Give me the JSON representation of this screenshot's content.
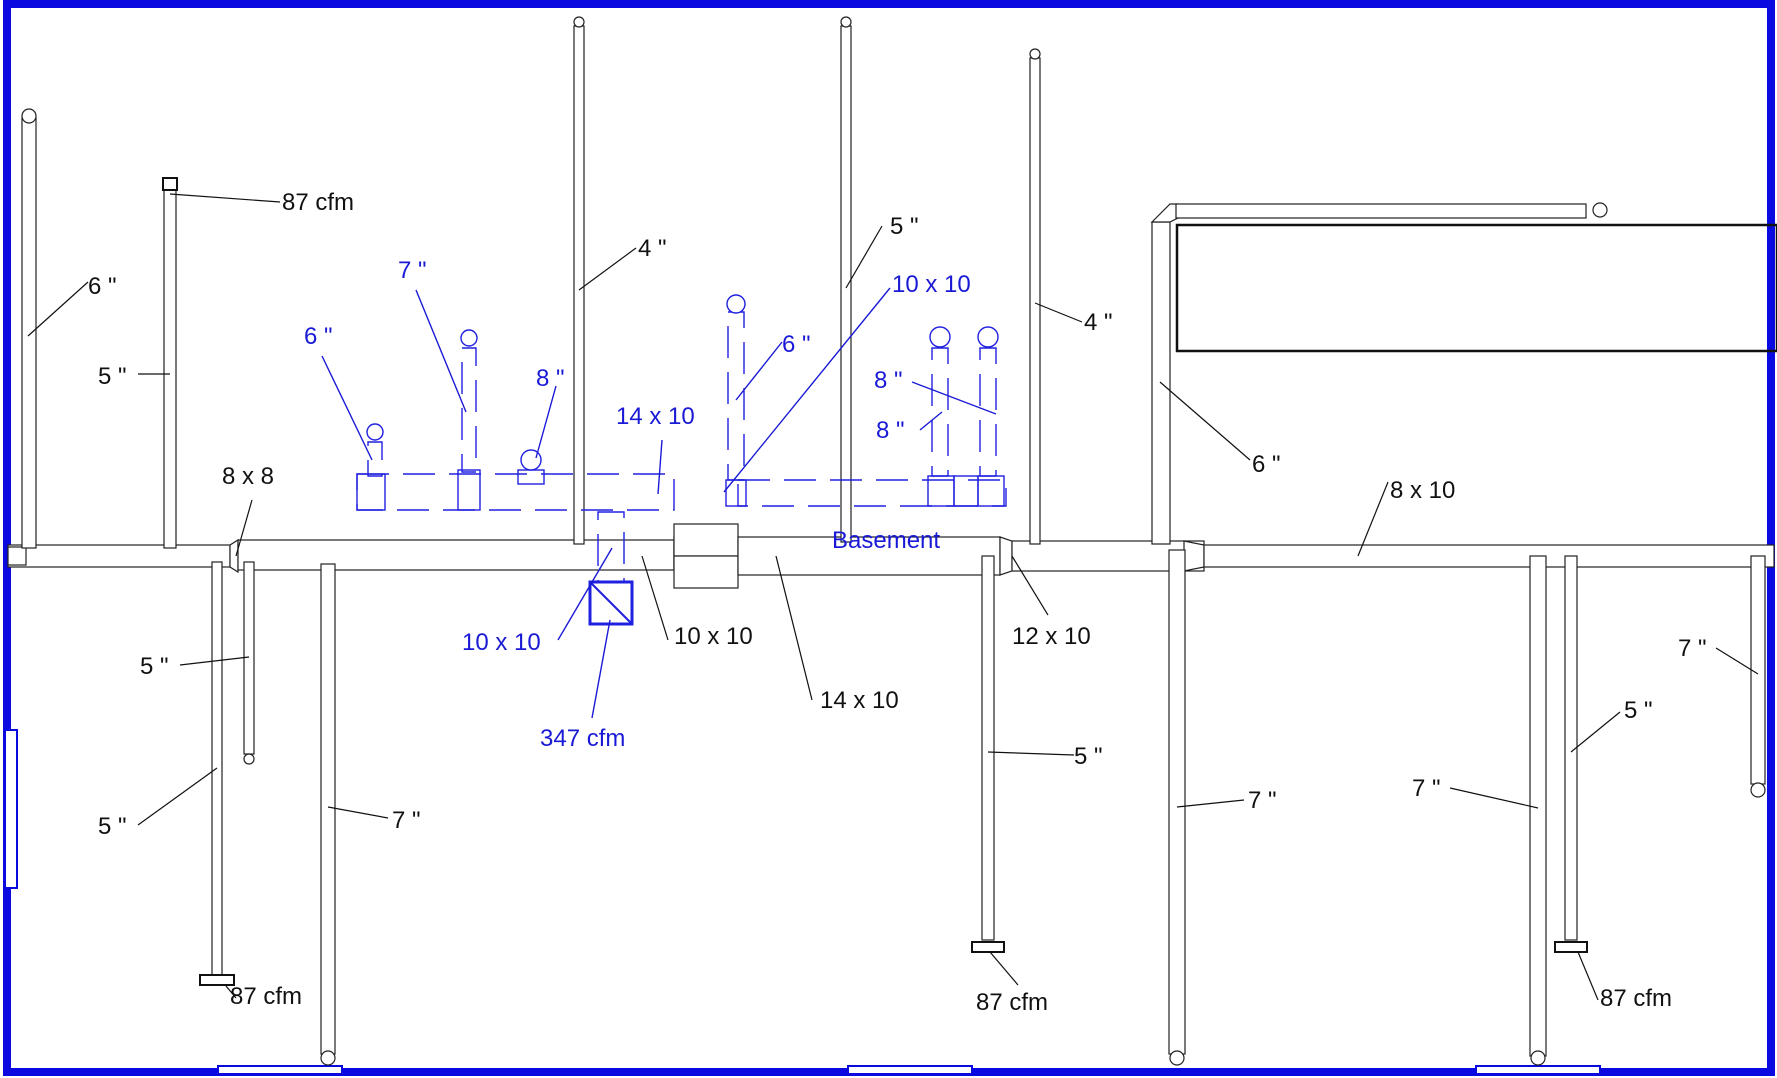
{
  "colors": {
    "border": "#0a0ae0",
    "supply": "#222222",
    "return": "#1a1ad6"
  },
  "room_label": "Basement",
  "supply_labels": {
    "left_6": "6 \"",
    "left_5": "5 \"",
    "top_cfm": "87 cfm",
    "trunk_8x8": "8 x 8",
    "top_4": "4 \"",
    "top_5": "5 \"",
    "right_4": "4 \"",
    "right_6": "6 \"",
    "trunk_8x10": "8 x 10",
    "lower_5a": "5 \"",
    "lower_5b": "5 \"",
    "lower_cfm_left": "87 cfm",
    "lower_7a": "7 \"",
    "trunk_10x10": "10 x 10",
    "trunk_14x10": "14 x 10",
    "trunk_12x10": "12 x 10",
    "mid_5": "5 \"",
    "mid_cfm": "87 cfm",
    "mid_7": "7 \"",
    "right_7a": "7 \"",
    "right_5": "5 \"",
    "right_cfm": "87 cfm",
    "far_7": "7 \""
  },
  "return_labels": {
    "r_6": "6 \"",
    "r_7": "7 \"",
    "r_8": "8 \"",
    "r_14x10": "14 x 10",
    "r_6b": "6 \"",
    "r_10x10_top": "10 x 10",
    "r_8a": "8 \"",
    "r_8b": "8 \"",
    "r_10x10": "10 x 10",
    "r_cfm": "347 cfm"
  }
}
